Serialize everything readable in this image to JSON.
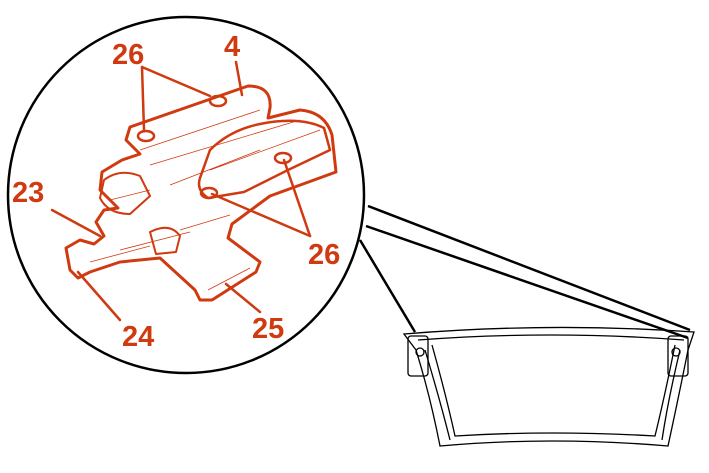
{
  "labels": {
    "top_left_26": "26",
    "top_4": "4",
    "left_23": "23",
    "right_26": "26",
    "bottom_24": "24",
    "bottom_25": "25"
  },
  "colors": {
    "callout": "#d03a10",
    "outline": "#000000"
  }
}
